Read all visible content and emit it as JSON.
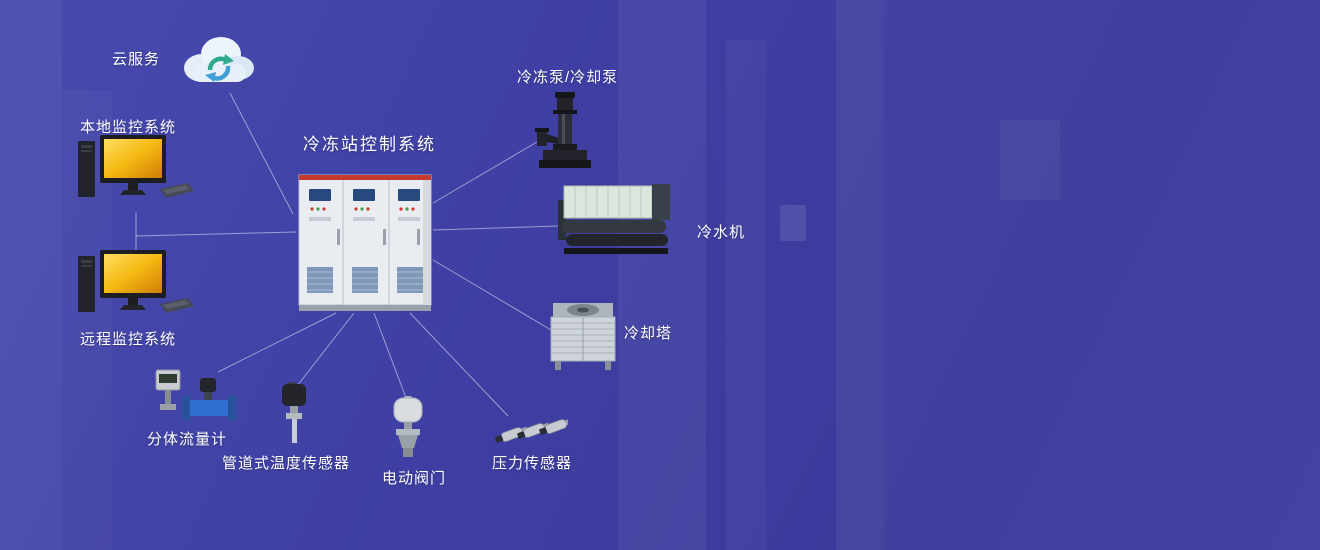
{
  "diagram": {
    "title_note": "chiller plant control system topology",
    "nodes": {
      "cloud": {
        "label": "云服务"
      },
      "local_monitor": {
        "label": "本地监控系统"
      },
      "remote_monitor": {
        "label": "远程监控系统"
      },
      "control_station": {
        "label": "冷冻站控制系统"
      },
      "pump": {
        "label": "冷冻泵/冷却泵"
      },
      "chiller": {
        "label": "冷水机"
      },
      "cooling_tower": {
        "label": "冷却塔"
      },
      "flow_meter": {
        "label": "分体流量计"
      },
      "temp_sensor": {
        "label": "管道式温度传感器"
      },
      "valve": {
        "label": "电动阀门"
      },
      "pressure_sensor": {
        "label": "压力传感器"
      }
    },
    "colors": {
      "background": "#3d3da0",
      "connection_line": "rgba(230,233,250,0.55)",
      "label_text": "#ffffff",
      "monitor_screen": "#f5b812",
      "cabinet_body": "#e9ecf0",
      "cabinet_red_stripe": "#c23b2e",
      "flow_meter_pipe": "#2f6fd2",
      "cloud_fill": "#e8f0f9"
    }
  }
}
